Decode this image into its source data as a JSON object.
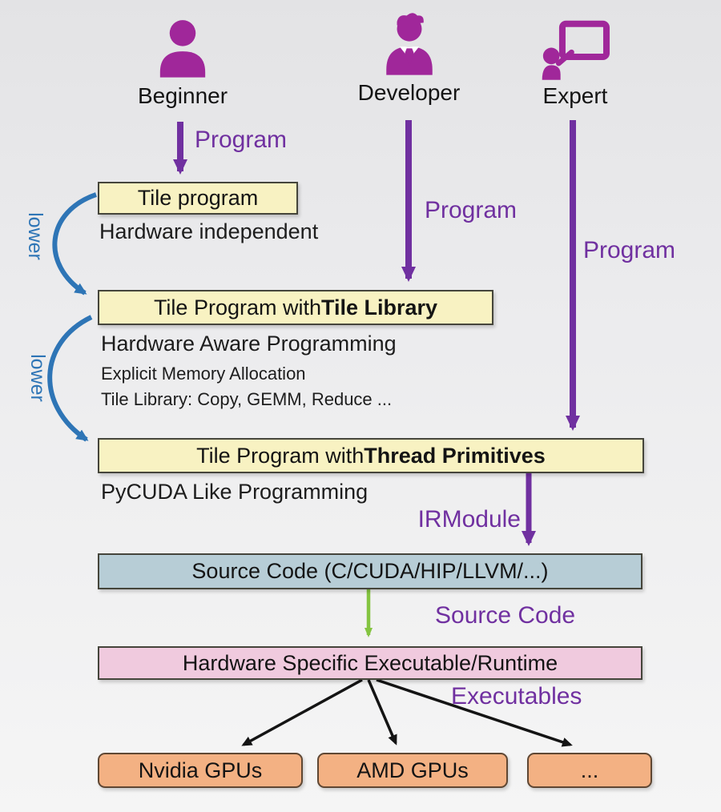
{
  "colors": {
    "accent_purple": "#7030a0",
    "persona_magenta": "#a0279a",
    "lower_blue": "#2e75b6",
    "yellow_box": "#f8f2c2",
    "source_box": "#b7cdd6",
    "pink_box": "#f0cade",
    "orange_box": "#f3b183",
    "green_arrow": "#84c441"
  },
  "personas": [
    {
      "label": "Beginner"
    },
    {
      "label": "Developer"
    },
    {
      "label": "Expert"
    }
  ],
  "labels": {
    "program1": "Program",
    "program2": "Program",
    "program3": "Program",
    "lower1": "lower",
    "lower2": "lower",
    "irmodule": "IRModule",
    "source_code": "Source Code",
    "executables": "Executables"
  },
  "boxes": {
    "tile_program": {
      "title": "Tile program",
      "subtitle": "Hardware independent"
    },
    "tile_library": {
      "title_prefix": "Tile Program with ",
      "title_bold": "Tile Library",
      "subtitle": "Hardware Aware Programming",
      "detail_1": "Explicit Memory Allocation",
      "detail_2": "Tile Library: Copy, GEMM, Reduce ..."
    },
    "thread_primitives": {
      "title_prefix": "Tile Program with ",
      "title_bold": "Thread Primitives",
      "subtitle": "PyCUDA Like Programming"
    },
    "source_code": {
      "title": "Source Code (C/CUDA/HIP/LLVM/...)"
    },
    "executable": {
      "title": "Hardware Specific Executable/Runtime"
    },
    "targets": [
      {
        "label": "Nvidia GPUs"
      },
      {
        "label": "AMD GPUs"
      },
      {
        "label": "..."
      }
    ]
  }
}
